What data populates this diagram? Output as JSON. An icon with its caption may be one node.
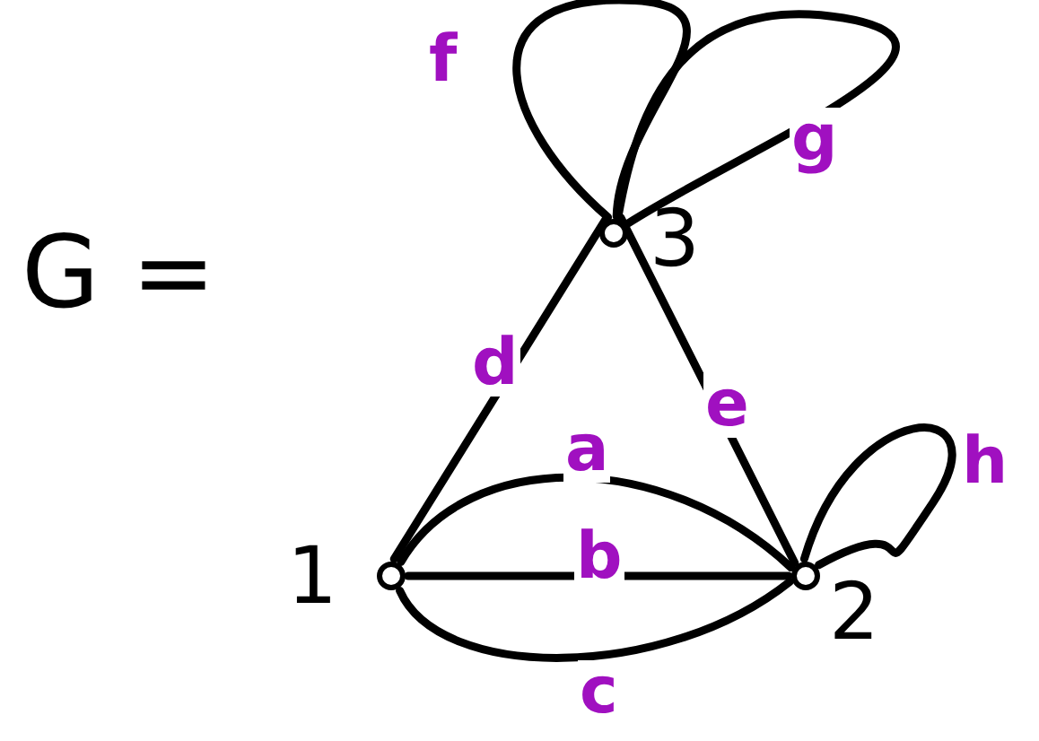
{
  "diagram": {
    "nodes": [
      {
        "text": [],
        "shape": "circle",
        "beside": [
          "3"
        ]
      },
      {
        "text": [],
        "shape": "circle",
        "beside": [
          "1"
        ]
      },
      {
        "text": [],
        "shape": "circle",
        "beside": [
          "2"
        ]
      }
    ],
    "edges": [
      {
        "from": 0,
        "to": 0,
        "arrow": "none",
        "label": "f"
      },
      {
        "from": 0,
        "to": 0,
        "arrow": "none",
        "label": "g"
      },
      {
        "from": 1,
        "to": 0,
        "arrow": "none",
        "label": "d"
      },
      {
        "from": 0,
        "to": 2,
        "arrow": "none",
        "label": "e"
      },
      {
        "from": 1,
        "to": 2,
        "arrow": "none",
        "label": "a"
      },
      {
        "from": 1,
        "to": 2,
        "arrow": "none",
        "label": "b"
      },
      {
        "from": 1,
        "to": 2,
        "arrow": "none",
        "label": "c"
      },
      {
        "from": 2,
        "to": 2,
        "arrow": "none",
        "label": "h"
      }
    ],
    "labels": [
      "G ="
    ]
  }
}
